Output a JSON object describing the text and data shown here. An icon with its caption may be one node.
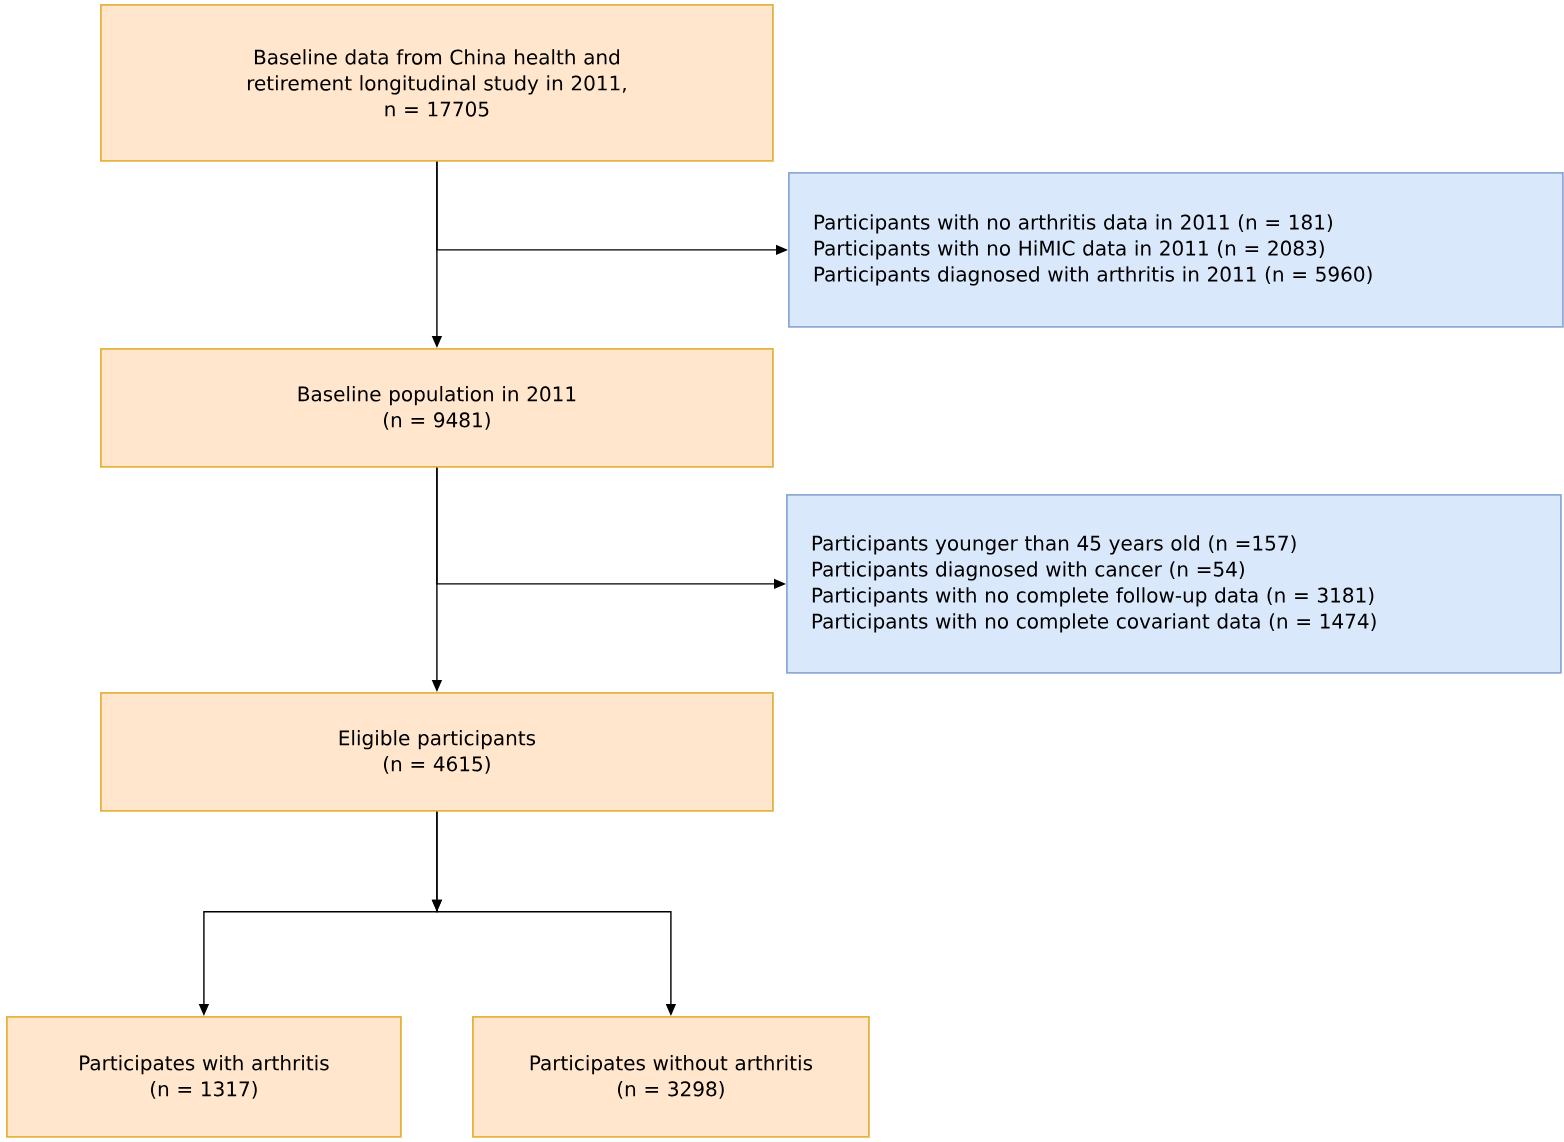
{
  "diagram": {
    "nodes": [
      {
        "text": [
          "Baseline data from China health and retirement longitudinal study in 2011,",
          "n = 17705"
        ]
      },
      {
        "text": [
          "Participants with no arthritis data in 2011 (n = 181)",
          "Participants with no HiMIC data in 2011 (n = 2083)",
          "Participants diagnosed with arthritis in 2011 (n = 5960)"
        ]
      },
      {
        "text": [
          "Baseline population in 2011",
          "(n = 9481)"
        ]
      },
      {
        "text": [
          "Participants younger than 45 years old (n =157)",
          "Participants diagnosed with cancer (n =54)",
          "Participants with no complete follow-up data (n = 3181)",
          "Participants with no complete covariant data (n = 1474)"
        ]
      },
      {
        "text": [
          "Eligible participants",
          "(n = 4615)"
        ]
      },
      {
        "text": [
          "Participates with arthritis",
          "(n = 1317)"
        ]
      },
      {
        "text": [
          "Participates without arthritis",
          "(n = 3298)"
        ]
      }
    ],
    "edges": [
      {
        "from": 0,
        "to": 1,
        "arrow": "to"
      },
      {
        "from": 0,
        "to": 2,
        "arrow": "to"
      },
      {
        "from": 2,
        "to": 3,
        "arrow": "to"
      },
      {
        "from": 2,
        "to": 4,
        "arrow": "to"
      },
      {
        "from": 4,
        "to": 5,
        "arrow": "to"
      },
      {
        "from": 4,
        "to": 6,
        "arrow": "to"
      }
    ]
  }
}
